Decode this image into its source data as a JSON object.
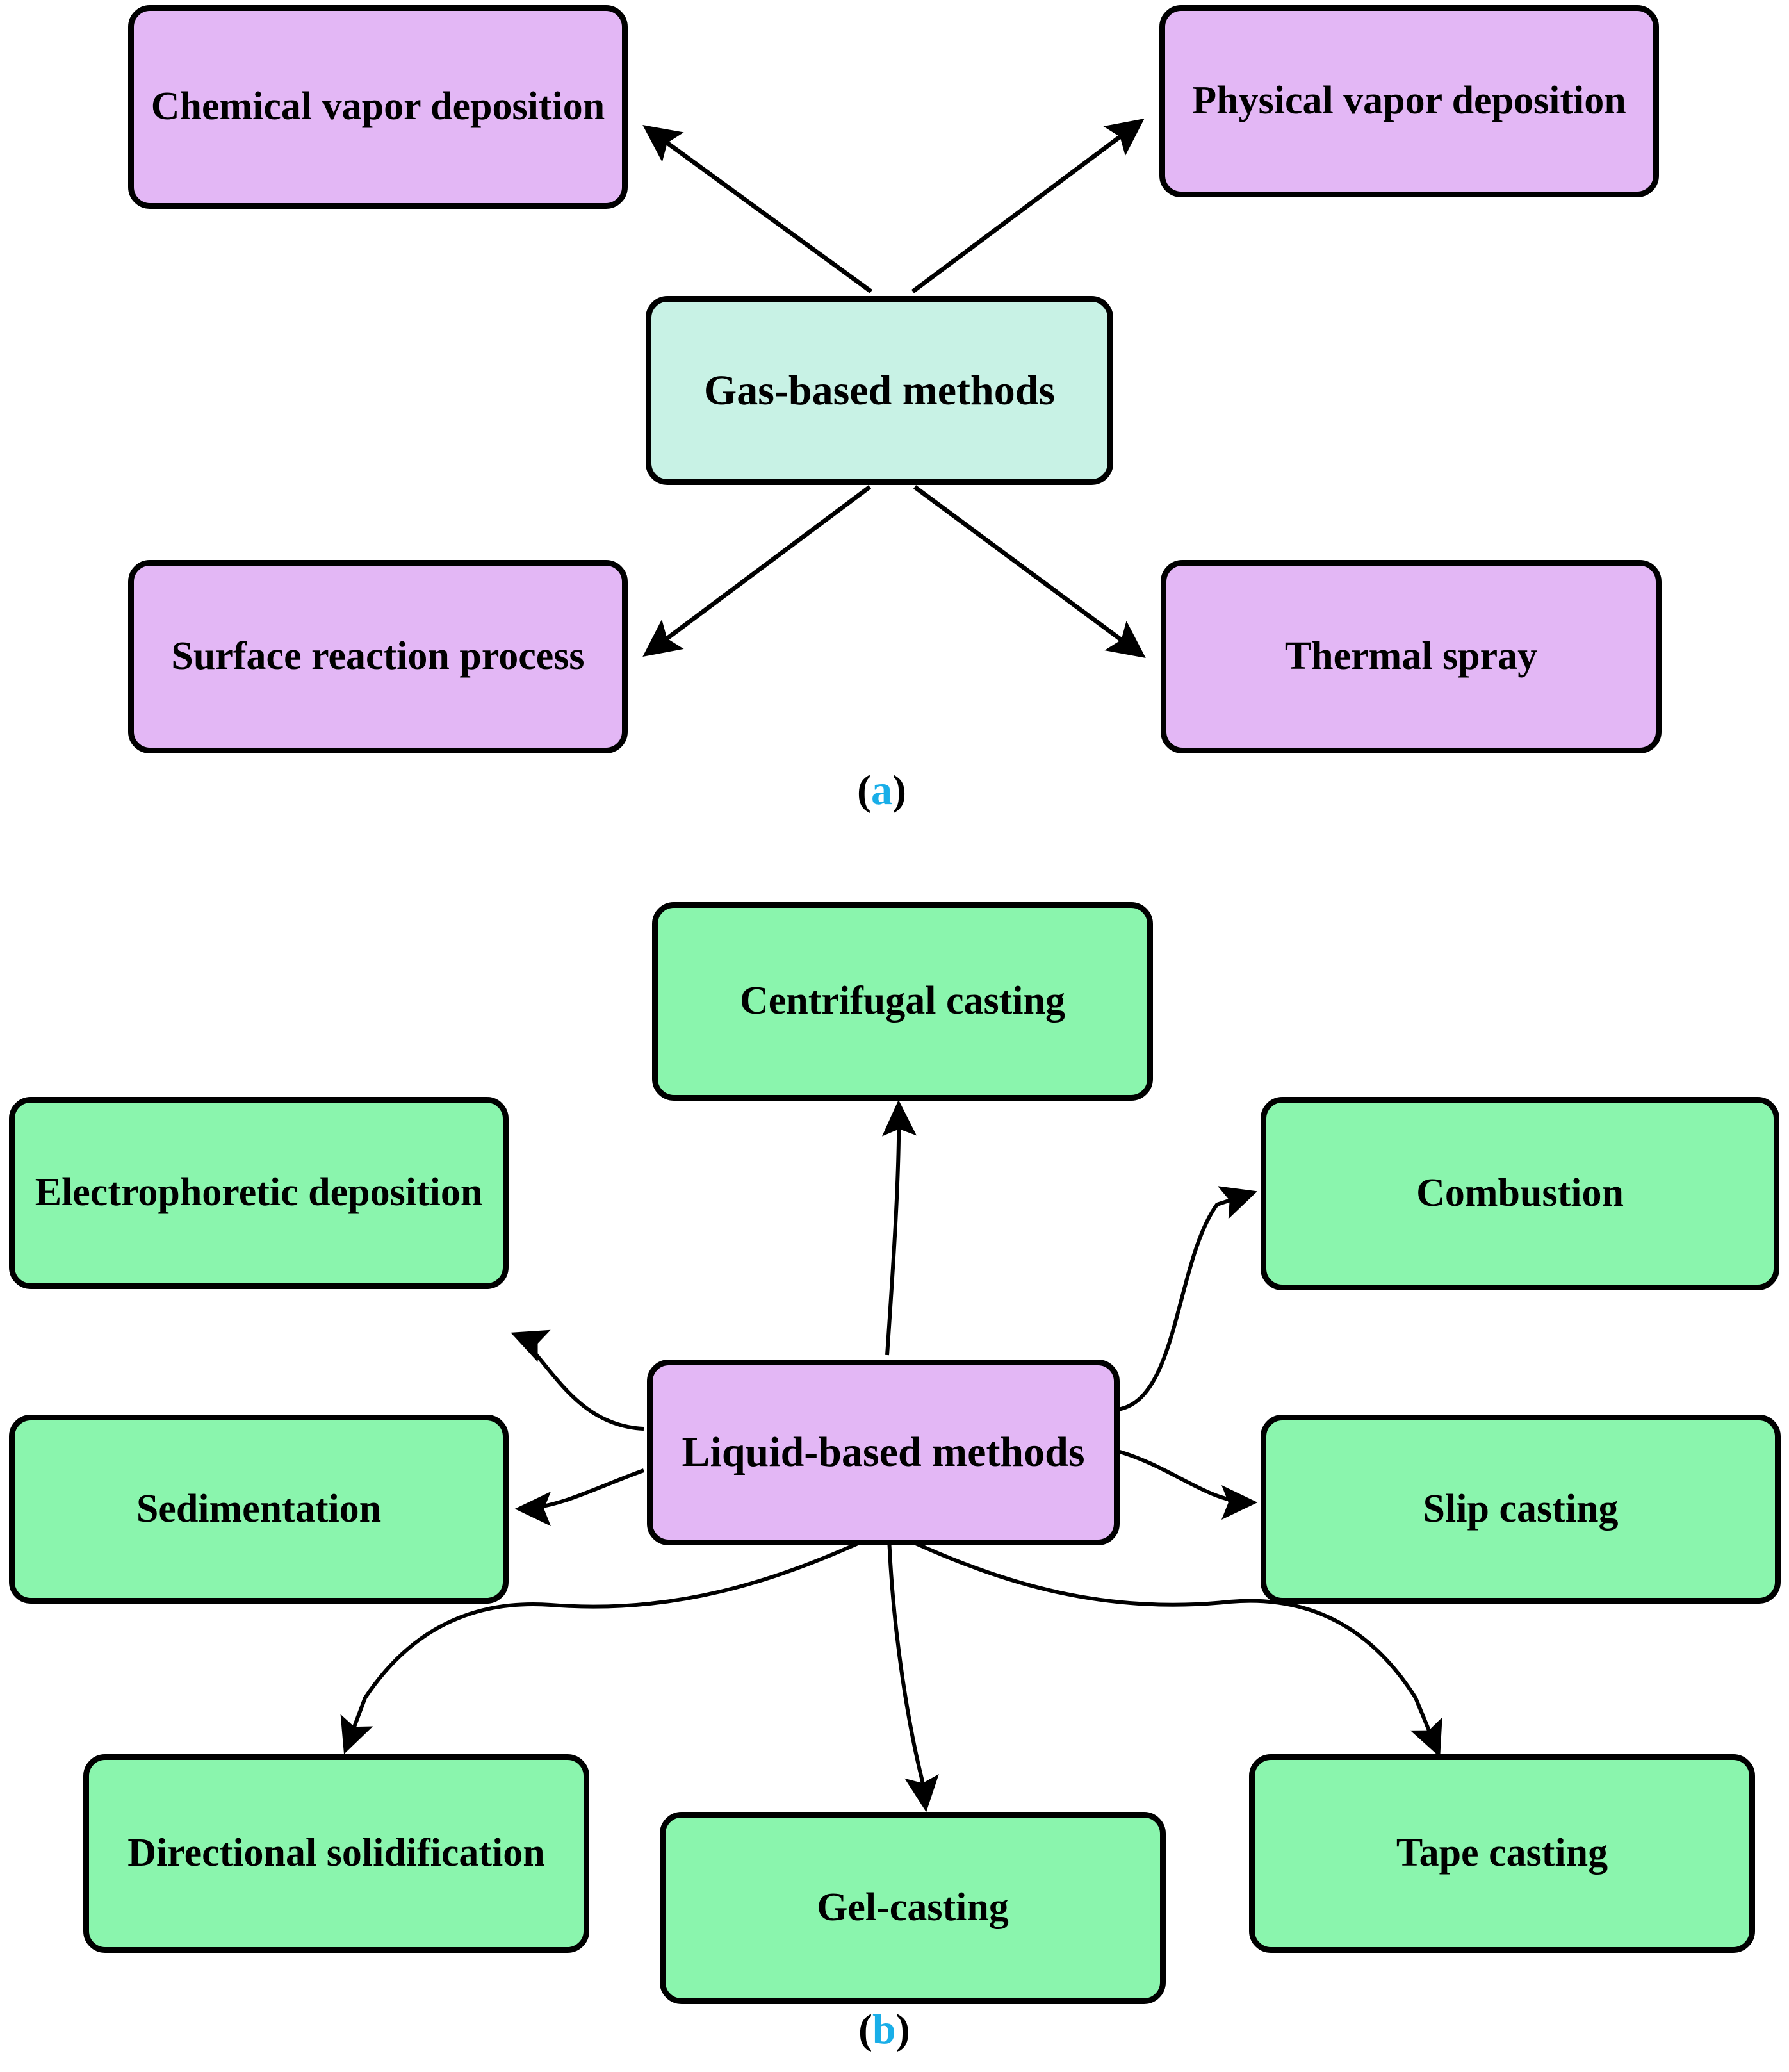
{
  "figure": {
    "panels": [
      {
        "id": "a",
        "caption_open": "(",
        "caption_letter": "a",
        "caption_close": ")",
        "accent_color": "#19AEE8",
        "center": {
          "label": "Gas-based methods",
          "color": "#c8f2e5"
        },
        "nodes": [
          {
            "label": "Chemical vapor deposition",
            "color": "#e3b7f5",
            "position": "top-left"
          },
          {
            "label": "Physical vapor deposition",
            "color": "#e3b7f5",
            "position": "top-right"
          },
          {
            "label": "Surface reaction process",
            "color": "#e3b7f5",
            "position": "bottom-left"
          },
          {
            "label": "Thermal spray",
            "color": "#e3b7f5",
            "position": "bottom-right"
          }
        ]
      },
      {
        "id": "b",
        "caption_open": "(",
        "caption_letter": "b",
        "caption_close": ")",
        "accent_color": "#19AEE8",
        "center": {
          "label": "Liquid-based methods",
          "color": "#e3b7f5"
        },
        "nodes": [
          {
            "label": "Centrifugal casting",
            "color": "#8af5ad",
            "position": "top"
          },
          {
            "label": "Electrophoretic deposition",
            "color": "#8af5ad",
            "position": "upper-left"
          },
          {
            "label": "Combustion",
            "color": "#8af5ad",
            "position": "upper-right"
          },
          {
            "label": "Sedimentation",
            "color": "#8af5ad",
            "position": "left"
          },
          {
            "label": "Slip casting",
            "color": "#8af5ad",
            "position": "right"
          },
          {
            "label": "Directional solidification",
            "color": "#8af5ad",
            "position": "bottom-left"
          },
          {
            "label": "Gel-casting",
            "color": "#8af5ad",
            "position": "bottom-center"
          },
          {
            "label": "Tape casting",
            "color": "#8af5ad",
            "position": "bottom-right"
          }
        ]
      }
    ]
  }
}
